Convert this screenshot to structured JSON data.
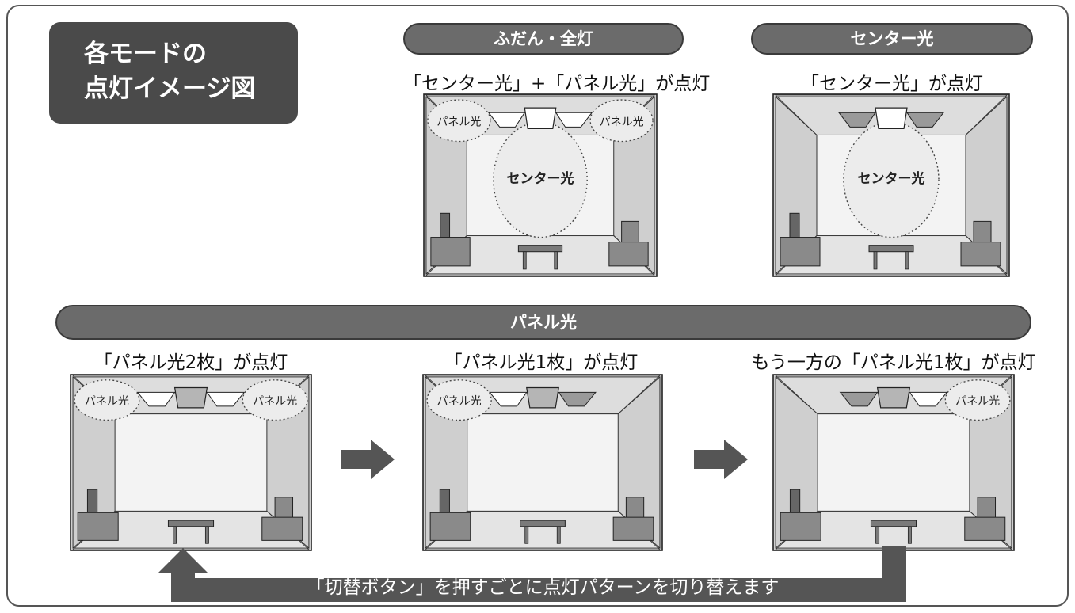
{
  "title": {
    "line1": "各モードの",
    "line2": "点灯イメージ図"
  },
  "modes": {
    "normal": {
      "header": "ふだん・全灯",
      "caption": "「センター光」+「パネル光」が点灯"
    },
    "center": {
      "header": "センター光",
      "caption": "「センター光」が点灯"
    },
    "panel": {
      "header": "パネル光"
    }
  },
  "panel_rooms": [
    {
      "caption": "「パネル光2枚」が点灯"
    },
    {
      "caption": "「パネル光1枚」が点灯"
    },
    {
      "caption": "もう一方の「パネル光1枚」が点灯"
    }
  ],
  "labels": {
    "panel_light": "パネル光",
    "center_light": "センター光"
  },
  "cycle_text": "「切替ボタン」を押すごとに点灯パターンを切り替えます",
  "colors": {
    "dark_gray": "#4a4a4a",
    "pill_gray": "#6b6b6b",
    "room_gray": "#cfcfcf",
    "light_area": "#ececec",
    "arrow_gray": "#555555"
  }
}
